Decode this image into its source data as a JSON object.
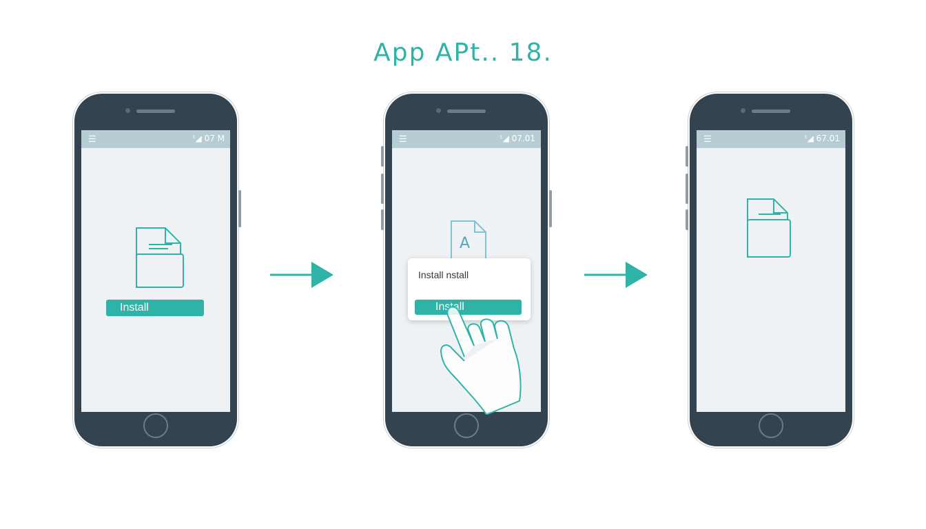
{
  "title": "App APt.. 18.",
  "steps": [
    {
      "status_time": "07 M",
      "menu_icon": "hamburger-icon",
      "file_icon": "document-folder-icon",
      "install_label": "Install"
    },
    {
      "status_time": "07.01",
      "menu_icon": "hamburger-icon",
      "file_icon": "apk-file-icon",
      "file_letter": "A",
      "dialog_title": "Install nstall",
      "install_label": "Install",
      "pointer_icon": "tap-hand-icon"
    },
    {
      "status_time": "67.01",
      "menu_icon": "hamburger-icon",
      "file_icon": "document-folder-icon"
    }
  ],
  "arrows": [
    "right-arrow-icon",
    "right-arrow-icon"
  ],
  "colors": {
    "accent": "#2fb3a6",
    "phone_body": "#33434f",
    "status_bar": "#b6cdd4",
    "screen": "#eef2f4"
  }
}
